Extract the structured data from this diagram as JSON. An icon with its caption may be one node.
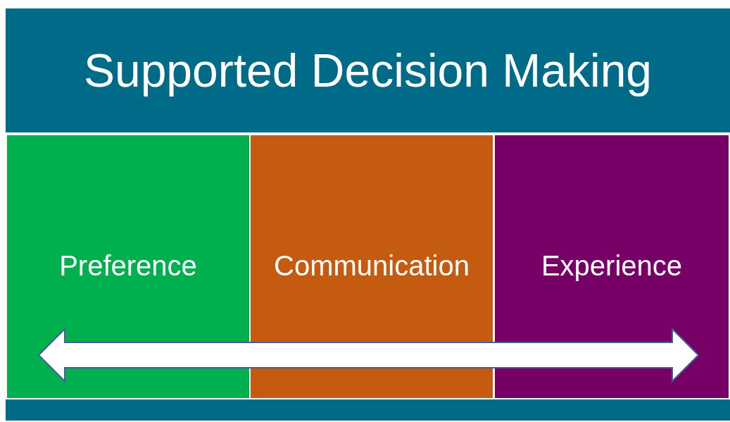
{
  "diagram": {
    "title": "Supported Decision Making",
    "nodes": [
      {
        "text": [
          "Preference"
        ]
      },
      {
        "text": [
          "Communication"
        ]
      },
      {
        "text": [
          "Experience"
        ]
      }
    ]
  }
}
